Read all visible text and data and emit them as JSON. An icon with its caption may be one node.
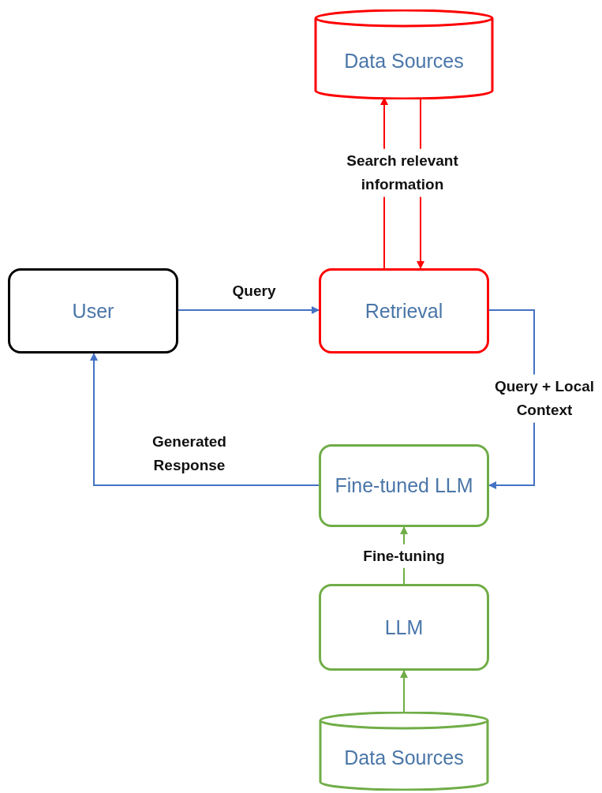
{
  "diagram": {
    "nodes": [
      {
        "text": [
          "Data Sources"
        ]
      },
      {
        "text": [
          "User"
        ]
      },
      {
        "text": [
          "Retrieval"
        ]
      },
      {
        "text": [
          "Fine-tuned LLM"
        ]
      },
      {
        "text": [
          "LLM"
        ]
      },
      {
        "text": [
          "Data Sources"
        ]
      }
    ],
    "edges": [
      {
        "from": 2,
        "to": 0,
        "arrow": "to",
        "label": "Search relevant information",
        "color": "#ff0000"
      },
      {
        "from": 0,
        "to": 2,
        "arrow": "to",
        "color": "#ff0000"
      },
      {
        "from": 1,
        "to": 2,
        "arrow": "to",
        "label": "Query"
      },
      {
        "from": 2,
        "to": 3,
        "arrow": "to",
        "label": "Query + Local Context"
      },
      {
        "from": 3,
        "to": 1,
        "arrow": "to",
        "label": "Generated Response"
      },
      {
        "from": 4,
        "to": 3,
        "arrow": "to",
        "label": "Fine-tuning",
        "color": "#70ad47"
      },
      {
        "from": 5,
        "to": 4,
        "arrow": "to",
        "color": "#70ad47"
      }
    ]
  }
}
